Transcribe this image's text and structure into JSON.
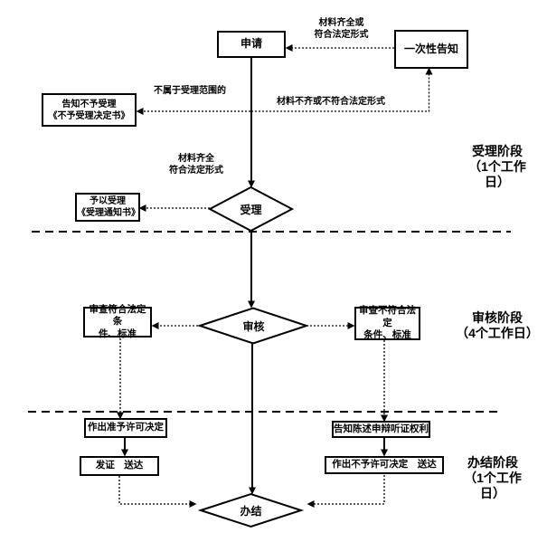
{
  "flowchart": {
    "nodes": {
      "apply": {
        "label": "申请"
      },
      "one_time_notice": {
        "label": "一次性告知"
      },
      "reject_notice": {
        "label": "告知不予受理\n《不予受理决定书》"
      },
      "accept_notice": {
        "label": "予以受理\n《受理通知书》"
      },
      "accept_diamond": {
        "label": "受理"
      },
      "review_diamond": {
        "label": "审核"
      },
      "review_pass": {
        "label": "审查符合法定条\n件、标准"
      },
      "review_fail": {
        "label": "审查不符合法定\n条件、标准"
      },
      "grant_decision": {
        "label": "作出准予许可决定"
      },
      "issue_deliver": {
        "label": "发证　送达"
      },
      "inform_rights": {
        "label": "告知陈述申辩听证权利"
      },
      "deny_deliver": {
        "label": "作出不予许可决定　送达"
      },
      "close_diamond": {
        "label": "办结"
      }
    },
    "edge_labels": {
      "complete_or_legal": "材料齐全或\n符合法定形式",
      "not_in_scope": "不属于受理范围的",
      "incomplete_or_illegal": "材料不齐或不符合法定形式",
      "complete_legal": "材料齐全\n符合法定形式"
    },
    "stages": {
      "stage1": "受理阶段\n（1个工作\n日）",
      "stage2": "审核阶段\n（4个工作日）",
      "stage3": "办结阶段\n（1个工作\n日）"
    },
    "colors": {
      "line": "#000000",
      "background": "#ffffff"
    }
  }
}
